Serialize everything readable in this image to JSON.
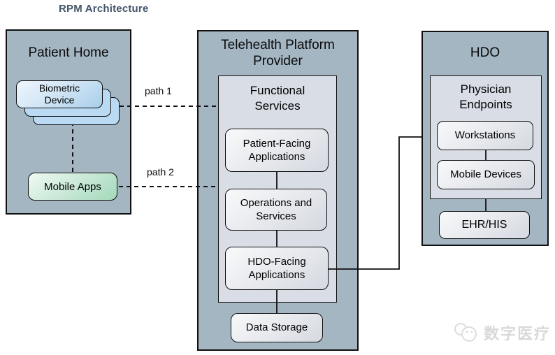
{
  "page_title": "RPM Architecture",
  "zones": {
    "patient_home": {
      "title": "Patient Home",
      "biometric_device": "Biometric Device",
      "mobile_apps": "Mobile Apps"
    },
    "telehealth": {
      "title": "Telehealth Platform Provider",
      "functional_services": "Functional Services",
      "patient_facing": "Patient-Facing Applications",
      "operations": "Operations and Services",
      "hdo_facing": "HDO-Facing Applications",
      "data_storage": "Data Storage"
    },
    "hdo": {
      "title": "HDO",
      "physician_endpoints": "Physician Endpoints",
      "workstations": "Workstations",
      "mobile_devices": "Mobile Devices",
      "ehr_his": "EHR/HIS"
    }
  },
  "connections": {
    "path1_label": "path 1",
    "path2_label": "path 2"
  },
  "watermark": {
    "text": "数字医疗"
  },
  "colors": {
    "zone_fill": "#a5b6c3",
    "inner_box_fill": "#d9dee6",
    "node_fill_top": "#f8f9fa",
    "node_fill_bottom": "#d5d9e0",
    "biometric_card_fill": "#b9daf2",
    "mobile_apps_fill": "#a4d8bb",
    "border": "#101010",
    "title_text": "#44546a",
    "watermark_text": "#d9d9d9"
  }
}
